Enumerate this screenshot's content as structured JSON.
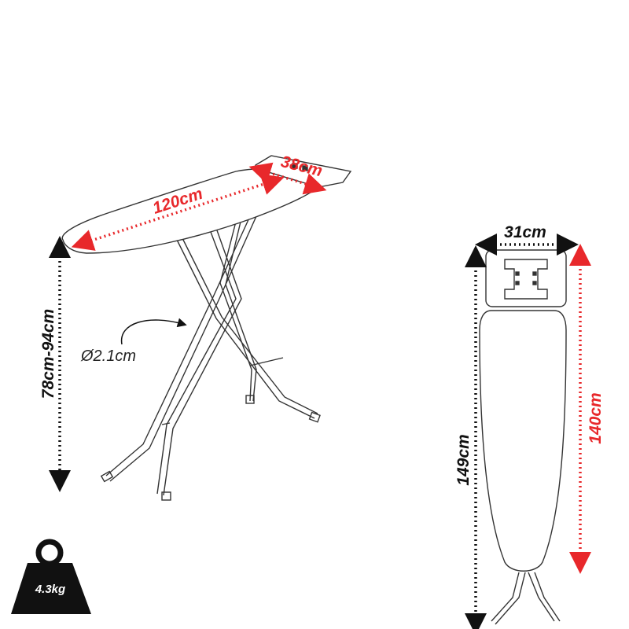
{
  "labels": {
    "board_width": "38cm",
    "board_length": "120cm",
    "height_range": "78cm-94cm",
    "tube_diameter": "Ø2.1cm",
    "folded_width": "31cm",
    "folded_total_height": "149cm",
    "folded_board_length": "140cm",
    "weight": "4.3kg"
  },
  "colors": {
    "dimension_red": "#e8282b",
    "dimension_black": "#111111",
    "outline": "#333333"
  }
}
